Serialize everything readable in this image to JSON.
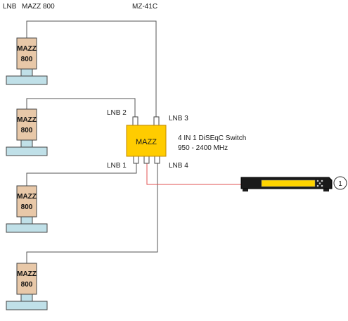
{
  "header": {
    "lnb_label": "LNB",
    "lnb_model": "MAZZ 800",
    "switch_model": "MZ-41C"
  },
  "lnbs": [
    {
      "line1": "MAZZ",
      "line2": "800"
    },
    {
      "line1": "MAZZ",
      "line2": "800"
    },
    {
      "line1": "MAZZ",
      "line2": "800"
    },
    {
      "line1": "MAZZ",
      "line2": "800"
    }
  ],
  "switch": {
    "body_label": "MAZZ",
    "port_labels": [
      "LNB 1",
      "LNB 2",
      "LNB 3",
      "LNB 4"
    ],
    "description_line1": "4 IN 1 DiSEqC Switch",
    "description_line2": "950 - 2400 MHz"
  },
  "receiver": {
    "number": "1"
  },
  "colors": {
    "lnb_fill": "#e8c8a8",
    "mount_fill": "#c0e0e8",
    "switch_fill": "#ffcc00",
    "receiver_body": "#1a1a1a",
    "receiver_display": "#ffd400",
    "signal_wire": "#e05050",
    "coax_wire": "#555555"
  }
}
